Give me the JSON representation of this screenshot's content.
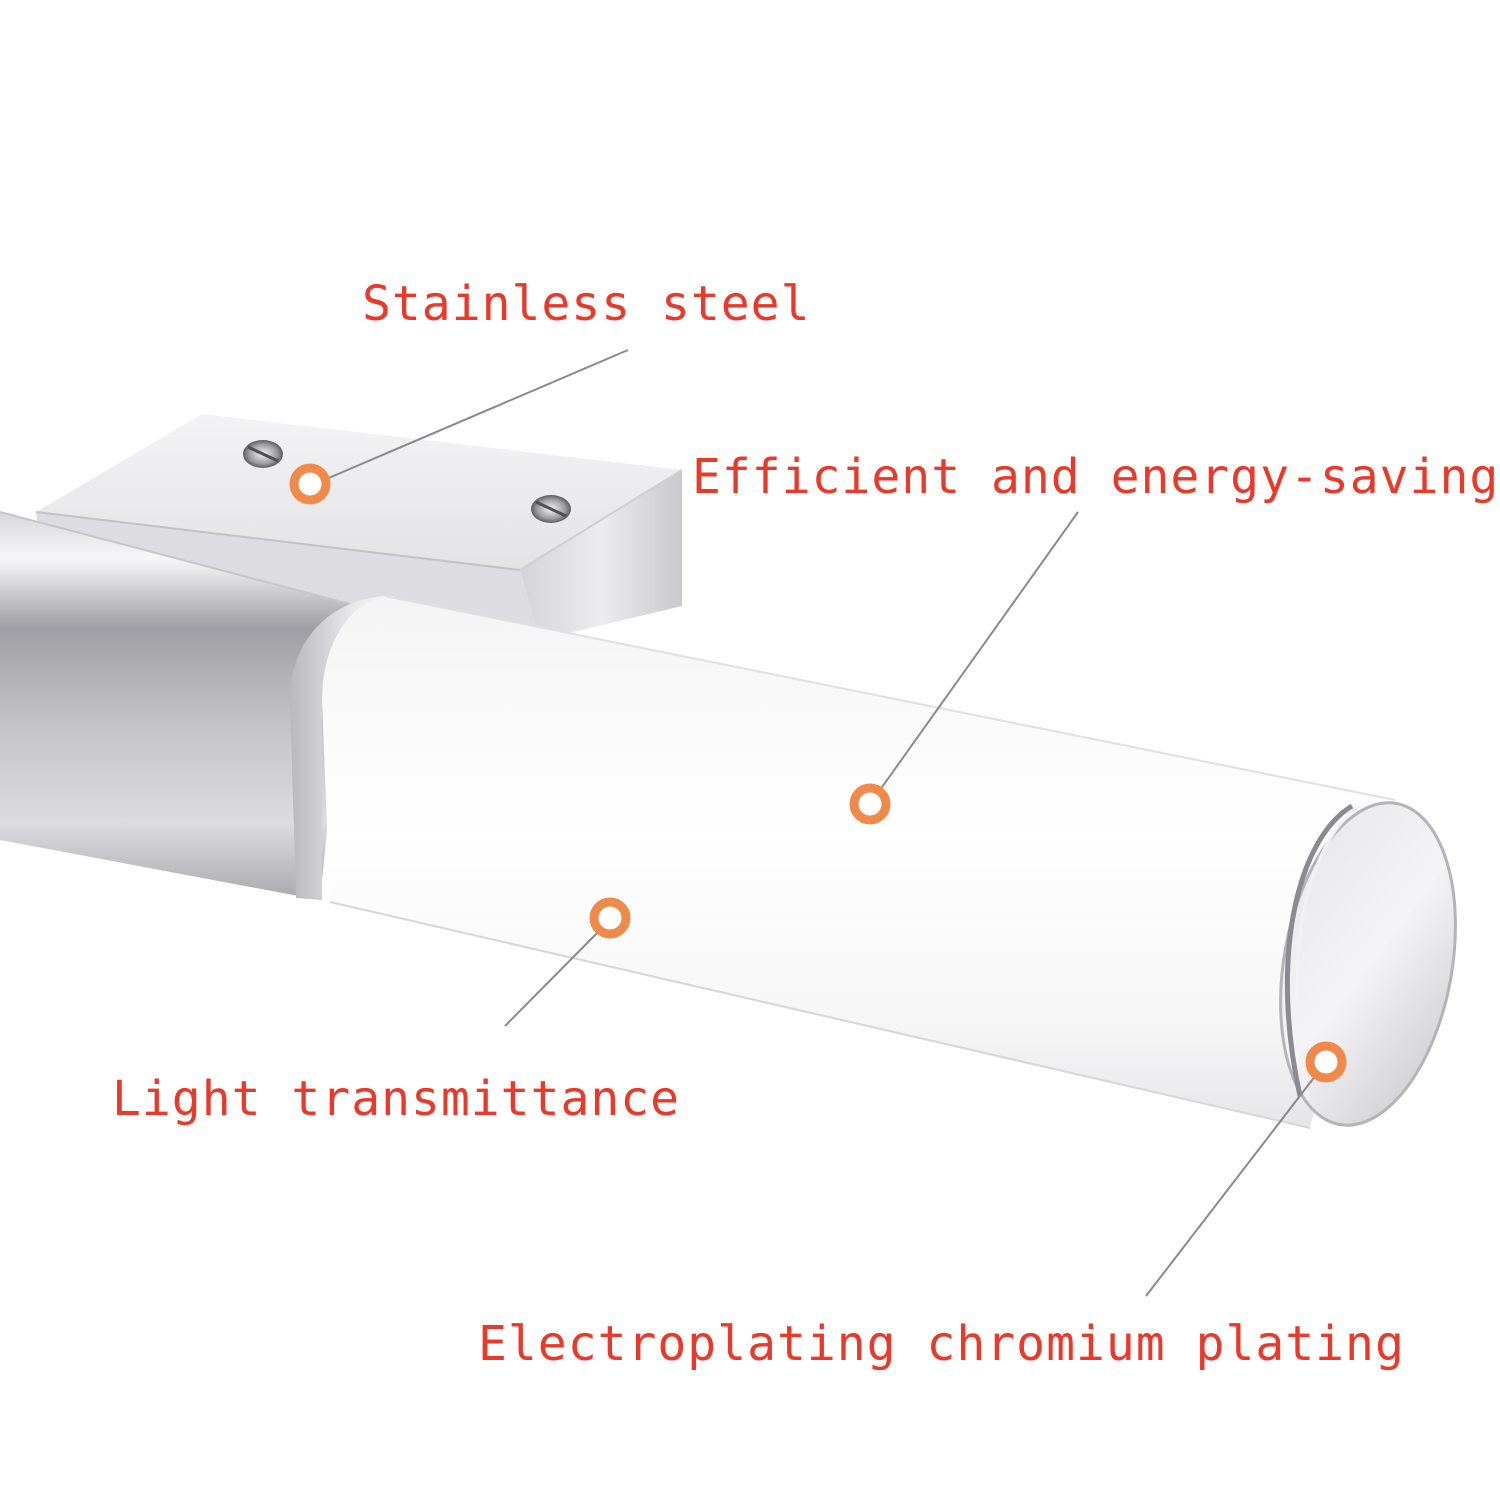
{
  "colors": {
    "label_text": "#e8392a",
    "marker_ring": "#f08a4b",
    "leader_line": "#8a8a8a",
    "background": "#ffffff"
  },
  "callouts": {
    "stainless_steel": {
      "label": "Stainless steel"
    },
    "efficient": {
      "label": "Efficient and energy-saving"
    },
    "light_transmittance": {
      "label": "Light transmittance"
    },
    "chromium_plating": {
      "label": "Electroplating chromium plating"
    }
  }
}
